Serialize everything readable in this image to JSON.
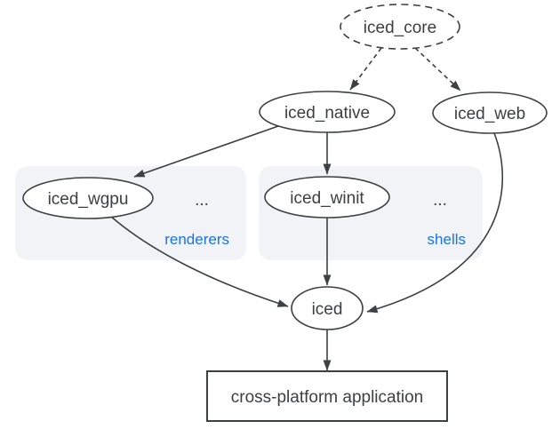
{
  "diagram": {
    "colors": {
      "stroke": "#3c4043",
      "text": "#3c4043",
      "node_fill": "#ffffff",
      "group_fill": "#f1f3f7",
      "group_label": "#1a73e8",
      "background": "#ffffff"
    },
    "nodes": {
      "iced_core": "iced_core",
      "iced_native": "iced_native",
      "iced_web": "iced_web",
      "iced_wgpu": "iced_wgpu",
      "iced_winit": "iced_winit",
      "iced": "iced",
      "app": "cross-platform application"
    },
    "groups": {
      "renderers": {
        "label": "renderers",
        "ellipsis": "..."
      },
      "shells": {
        "label": "shells",
        "ellipsis": "..."
      }
    },
    "edges": [
      {
        "from": "iced_core",
        "to": "iced_native",
        "style": "dashed"
      },
      {
        "from": "iced_core",
        "to": "iced_web",
        "style": "dashed"
      },
      {
        "from": "iced_native",
        "to": "iced_wgpu",
        "style": "solid"
      },
      {
        "from": "iced_native",
        "to": "iced_winit",
        "style": "solid"
      },
      {
        "from": "iced_wgpu",
        "to": "iced",
        "style": "solid"
      },
      {
        "from": "iced_winit",
        "to": "iced",
        "style": "solid"
      },
      {
        "from": "iced_web",
        "to": "iced",
        "style": "solid"
      },
      {
        "from": "iced",
        "to": "app",
        "style": "solid"
      }
    ]
  }
}
